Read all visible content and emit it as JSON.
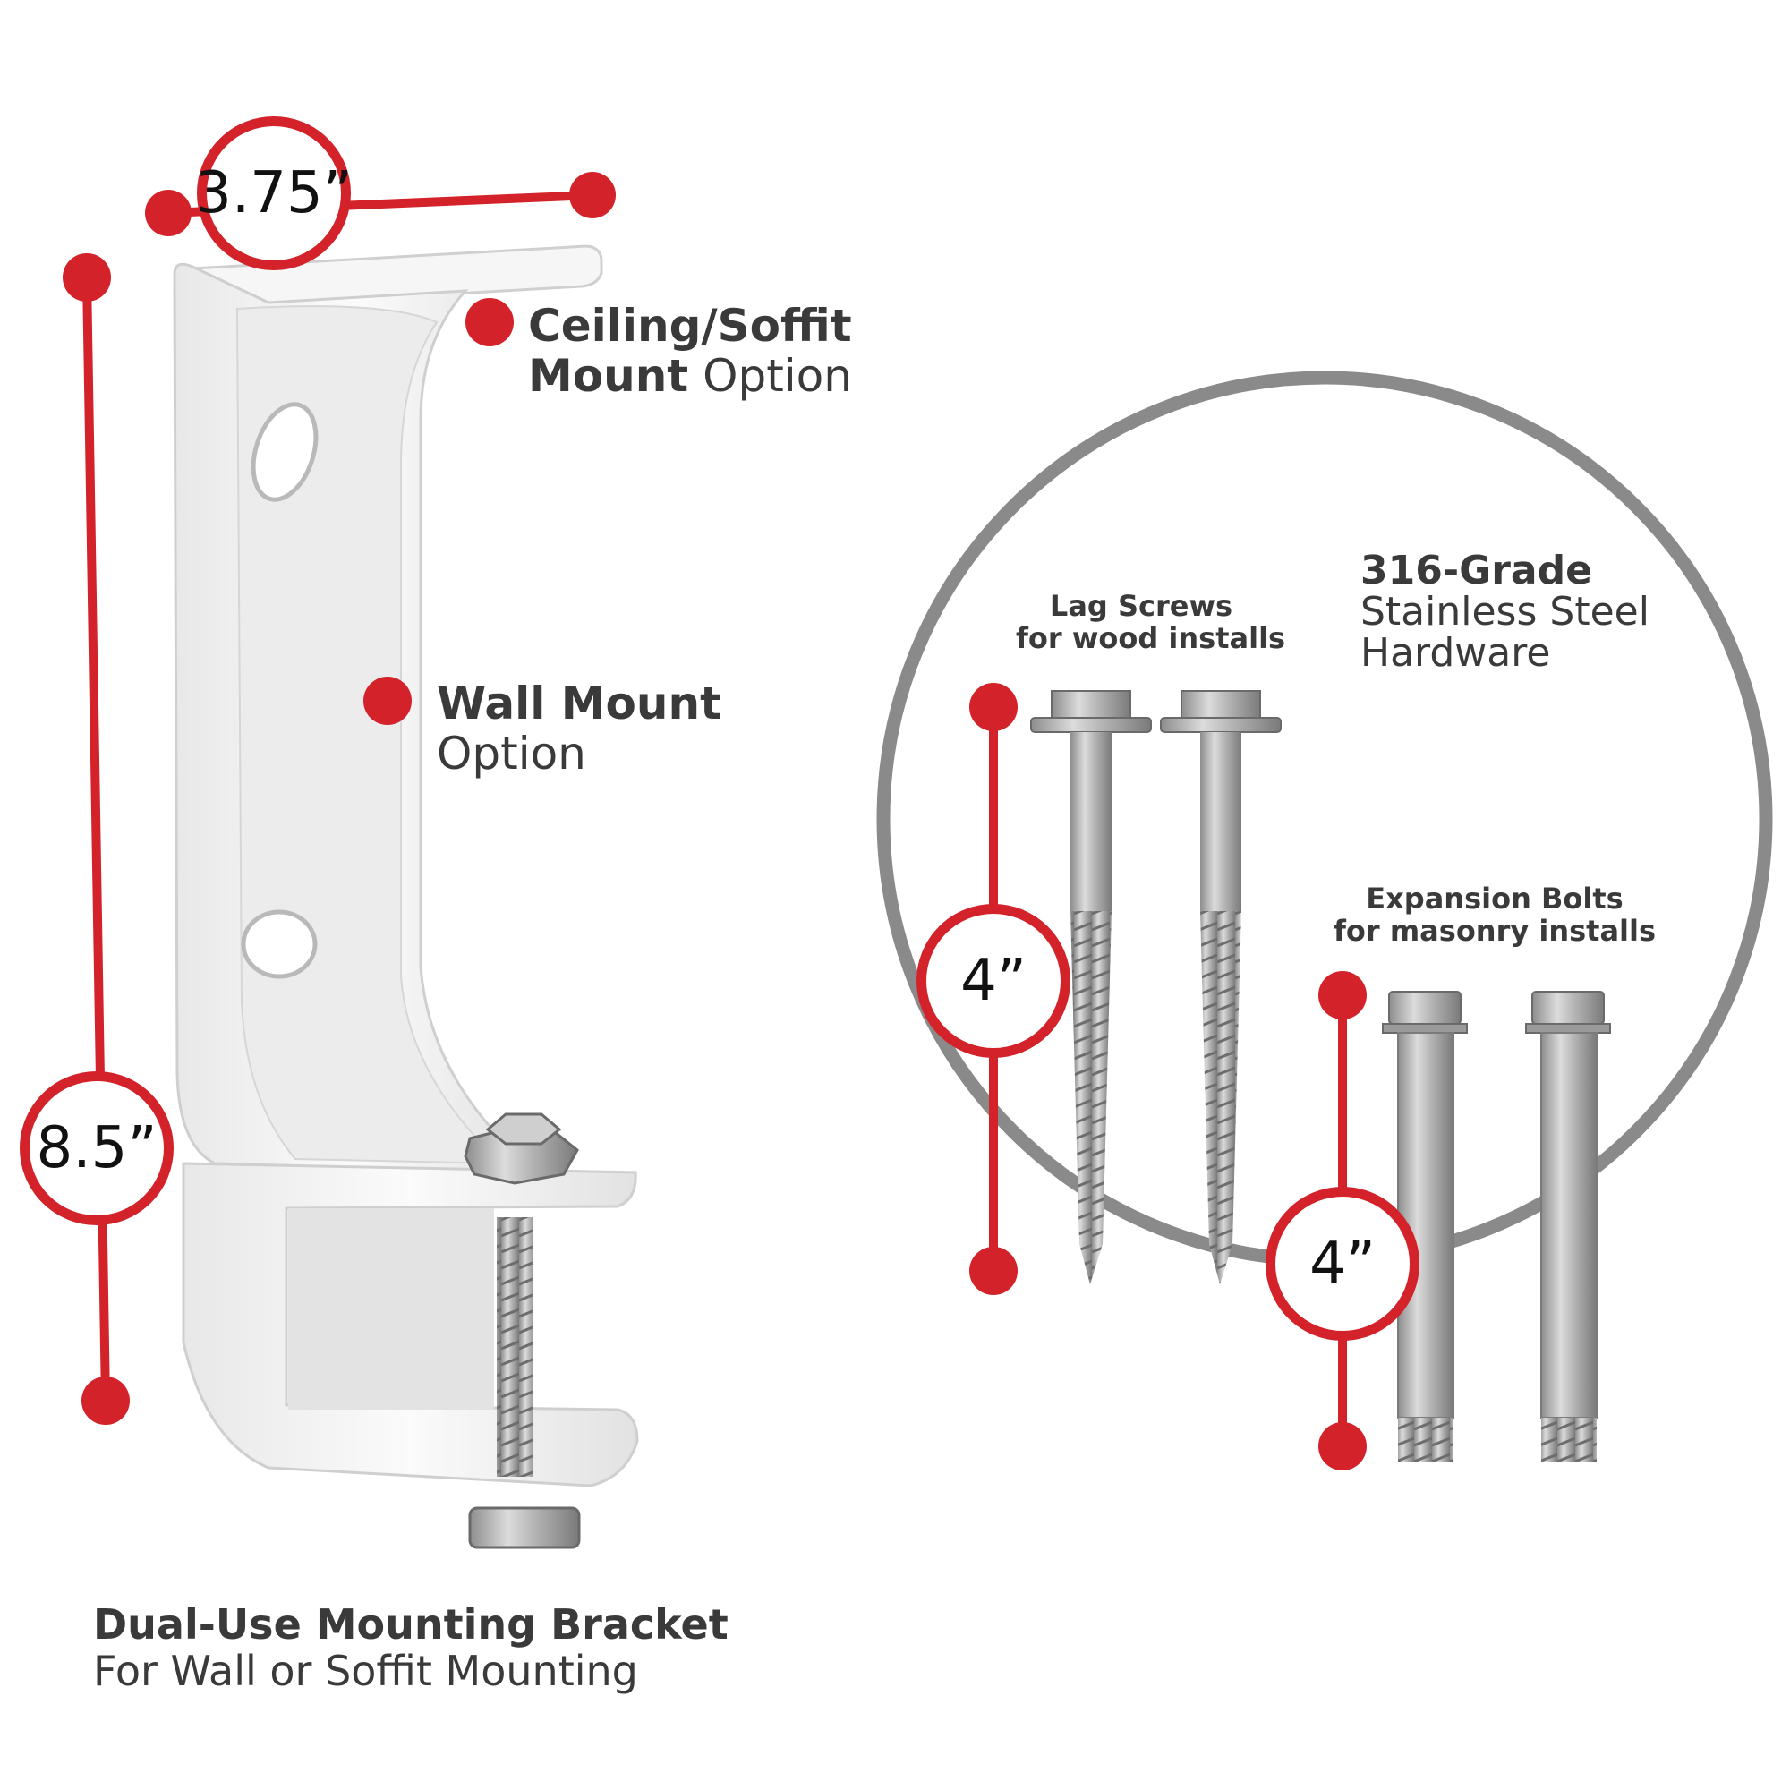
{
  "colors": {
    "accent": "#d3222a",
    "ring": "#8a8a8a",
    "text": "#3a3a3a",
    "bracket": "#f4f4f4",
    "steel": "#b8b8b8"
  },
  "bracket": {
    "width_dim": "3.75”",
    "height_dim": "8.5”",
    "ceiling_label_bold": "Ceiling/Soffit",
    "ceiling_label_bold2": "Mount",
    "ceiling_label_rest": " Option",
    "wall_label_bold": "Wall Mount",
    "wall_label_rest": "Option",
    "caption_title": "Dual-Use Mounting Bracket",
    "caption_sub": "For Wall or Soffit Mounting"
  },
  "hardware": {
    "grade_bold": "316-Grade",
    "grade_line2": "Stainless Steel",
    "grade_line3": "Hardware",
    "lag_title": "Lag Screws",
    "lag_sub": "for wood installs",
    "lag_dim": "4”",
    "expansion_title": "Expansion Bolts",
    "expansion_sub": "for masonry installs",
    "expansion_dim": "4”"
  }
}
